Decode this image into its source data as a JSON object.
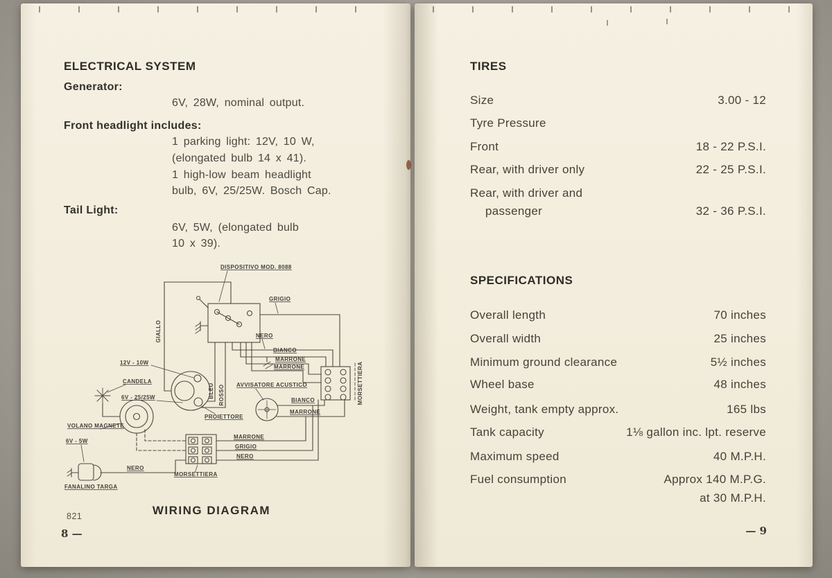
{
  "colors": {
    "paper": "#f2eddc",
    "ink": "#45423c",
    "background": "#a6a29a",
    "stain": "#8a4526"
  },
  "left_page": {
    "heading": "ELECTRICAL SYSTEM",
    "generator": {
      "label": "Generator:",
      "line1": "6V, 28W, nominal output."
    },
    "front_headlight": {
      "label": "Front headlight includes:",
      "line1": "1 parking light: 12V, 10 W,",
      "line2": "(elongated bulb 14 x 41).",
      "line3": "1 high-low beam headlight",
      "line4": "bulb, 6V, 25/25W. Bosch Cap."
    },
    "tail_light": {
      "label": "Tail Light:",
      "line1": "6V, 5W, (elongated bulb",
      "line2": "10 x 39)."
    },
    "diagram": {
      "caption": "WIRING DIAGRAM",
      "ref": "821",
      "labels": {
        "dispositivo": "DISPOSITIVO MOD. 8088",
        "grigio_top": "GRIGIO",
        "nero_top": "NERO",
        "bianco_top": "BIANCO",
        "marrone_top1": "MARRONE",
        "marrone_top2": "MARRONE",
        "giallo": "GIALLO",
        "parking_bulb": "12V - 10W",
        "candela": "CANDELA",
        "main_bulb": "6V - 25/25W",
        "bleu": "BLEU",
        "rosso": "ROSSO",
        "avvisatore": "AVVISATORE ACUSTICO",
        "proiettore": "PROIETTORE",
        "bianco_horn": "BIANCO",
        "marrone_horn": "MARRONE",
        "morsettiera_right": "MORSETTIERA",
        "volano": "VOLANO MAGNETE",
        "tail_bulb": "6V - 5W",
        "marrone_bottom": "MARRONE",
        "grigio_bottom": "GRIGIO",
        "nero_bottom": "NERO",
        "nero_left": "NERO",
        "morsettiera_bottom": "MORSETTIERA",
        "fanalino": "FANALINO TARGA"
      }
    },
    "page_number": "8 —"
  },
  "right_page": {
    "tires": {
      "heading": "TIRES",
      "rows": [
        {
          "label": "Size",
          "value": "3.00 - 12"
        },
        {
          "label": "Tyre Pressure",
          "value": ""
        },
        {
          "label": "Front",
          "value": "18 - 22  P.S.I."
        },
        {
          "label": "Rear, with driver only",
          "value": "22 - 25  P.S.I."
        },
        {
          "label": "Rear, with driver and",
          "value": ""
        },
        {
          "label": "passenger",
          "value": "32 - 36  P.S.I."
        }
      ]
    },
    "specifications": {
      "heading": "SPECIFICATIONS",
      "rows": [
        {
          "label": "Overall length",
          "value": "70  inches"
        },
        {
          "label": "Overall width",
          "value": "25  inches"
        },
        {
          "label": "Minimum ground clearance",
          "value": "5½  inches"
        },
        {
          "label": "Wheel base",
          "value": "48  inches"
        },
        {
          "label": "Weight, tank empty approx.",
          "value": "165  lbs"
        },
        {
          "label": "Tank capacity",
          "value": "1⅛ gallon inc. lpt. reserve"
        },
        {
          "label": "Maximum speed",
          "value": "40  M.P.H."
        },
        {
          "label": "Fuel consumption",
          "value": "Approx 140 M.P.G."
        },
        {
          "label": "",
          "value": "at 30 M.P.H."
        }
      ]
    },
    "page_number": "— 9"
  }
}
